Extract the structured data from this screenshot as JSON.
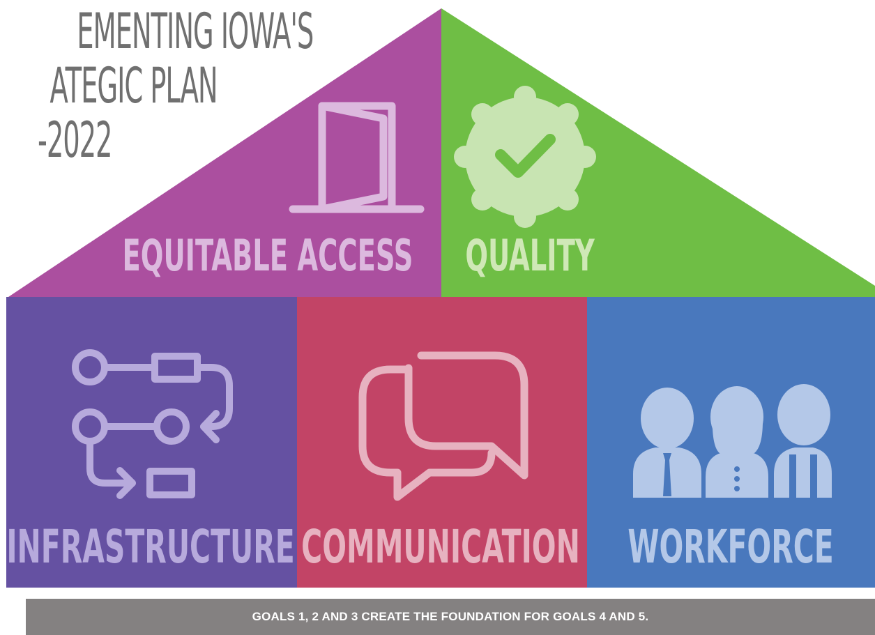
{
  "title": {
    "line1": "EMENTING IOWA'S",
    "line2": "ATEGIC PLAN",
    "line3": "-2022"
  },
  "roof": {
    "left_label": "EQUITABLE ACCESS",
    "left_icon": "door-open-icon",
    "left_color": "#ab4f9f",
    "right_label": "QUALITY",
    "right_icon": "badge-check-icon",
    "right_color": "#6fbe45"
  },
  "pillars": [
    {
      "label": "INFRASTRUCTURE",
      "icon": "process-flow-icon",
      "color": "#6551a2"
    },
    {
      "label": "COMMUNICATION",
      "icon": "chat-bubbles-icon",
      "color": "#c24466"
    },
    {
      "label": "WORKFORCE",
      "icon": "people-group-icon",
      "color": "#4978bd"
    }
  ],
  "footer": {
    "text": "GOALS 1, 2 AND 3 CREATE THE FOUNDATION FOR GOALS 4 AND 5.",
    "color": "#848181"
  }
}
